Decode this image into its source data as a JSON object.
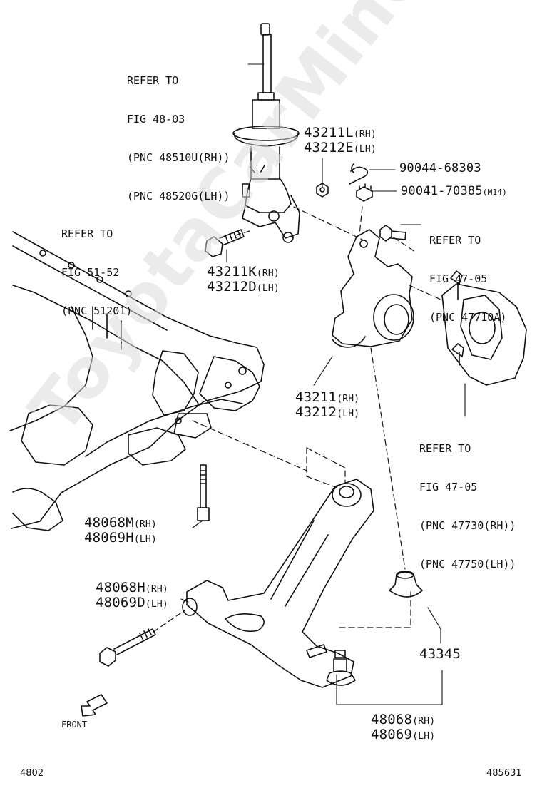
{
  "watermark": "ToyotaCarMine.ru",
  "refs": {
    "strut": [
      "REFER TO",
      "FIG 48-03",
      "(PNC 48510U(RH))",
      "(PNC 48520G(LH))"
    ],
    "crossmember": [
      "REFER TO",
      "FIG 51-52",
      "(PNC 51201)"
    ],
    "bolt_caliper": [
      "REFER TO",
      "FIG 47-05",
      "(PNC 47710A)"
    ],
    "caliper": [
      "REFER TO",
      "FIG 47-05",
      "(PNC 47730(RH))",
      "(PNC 47750(LH))"
    ]
  },
  "parts": {
    "nut_43211L": {
      "pn": "43211L",
      "side": "(RH)"
    },
    "nut_43212E": {
      "pn": "43212E",
      "side": "(LH)"
    },
    "pin_90044": {
      "pn": "90044-68303"
    },
    "nut_90041": {
      "pn": "90041-70385",
      "note": "(M14)"
    },
    "bolt_43211K": {
      "pn": "43211K",
      "side": "(RH)"
    },
    "bolt_43212D": {
      "pn": "43212D",
      "side": "(LH)"
    },
    "knuckle_43211": {
      "pn": "43211",
      "side": "(RH)"
    },
    "knuckle_43212": {
      "pn": "43212",
      "side": "(LH)"
    },
    "bolt_48068M": {
      "pn": "48068M",
      "side": "(RH)"
    },
    "bolt_48069H": {
      "pn": "48069H",
      "side": "(LH)"
    },
    "bolt_48068H": {
      "pn": "48068H",
      "side": "(RH)"
    },
    "bolt_48069D": {
      "pn": "48069D",
      "side": "(LH)"
    },
    "boot_43345": {
      "pn": "43345"
    },
    "arm_48068": {
      "pn": "48068",
      "side": "(RH)"
    },
    "arm_48069": {
      "pn": "48069",
      "side": "(LH)"
    }
  },
  "front_label": "FRONT",
  "footer": {
    "fig": "4802",
    "code": "485631"
  }
}
